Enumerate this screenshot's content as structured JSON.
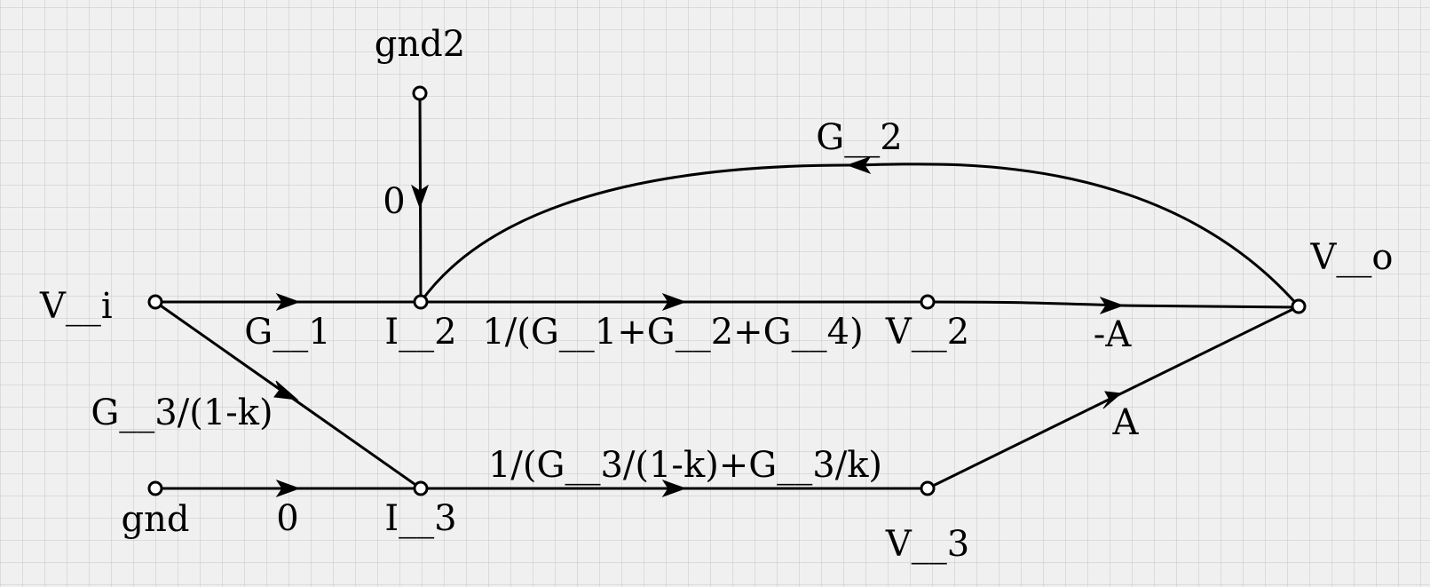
{
  "diagram": {
    "type": "signal-flow-graph",
    "grid": true,
    "colors": {
      "background": "#f0f0f0",
      "grid_minor": "#c6c6c6",
      "grid_major": "#b9b9b9",
      "ink": "#000000",
      "node_fill": "#ffffff"
    },
    "nodes": {
      "v_i": "V__i",
      "gnd": "gnd",
      "gnd2": "gnd2",
      "i_2": "I__2",
      "i_3": "I__3",
      "v_2": "V__2",
      "v_3": "V__3",
      "v_o": "V__o"
    },
    "edges": {
      "vi_to_i2": "G__1",
      "gnd_to_i3": "0",
      "gnd2_to_i2": "0",
      "vi_to_i3": "G__3/(1-k)",
      "i2_to_v2": "1/(G__1+G__2+G__4)",
      "i3_to_v3": "1/(G__3/(1-k)+G__3/k)",
      "v2_to_vo": "-A",
      "v3_to_vo": "A",
      "vo_to_i2": "G__2"
    }
  }
}
